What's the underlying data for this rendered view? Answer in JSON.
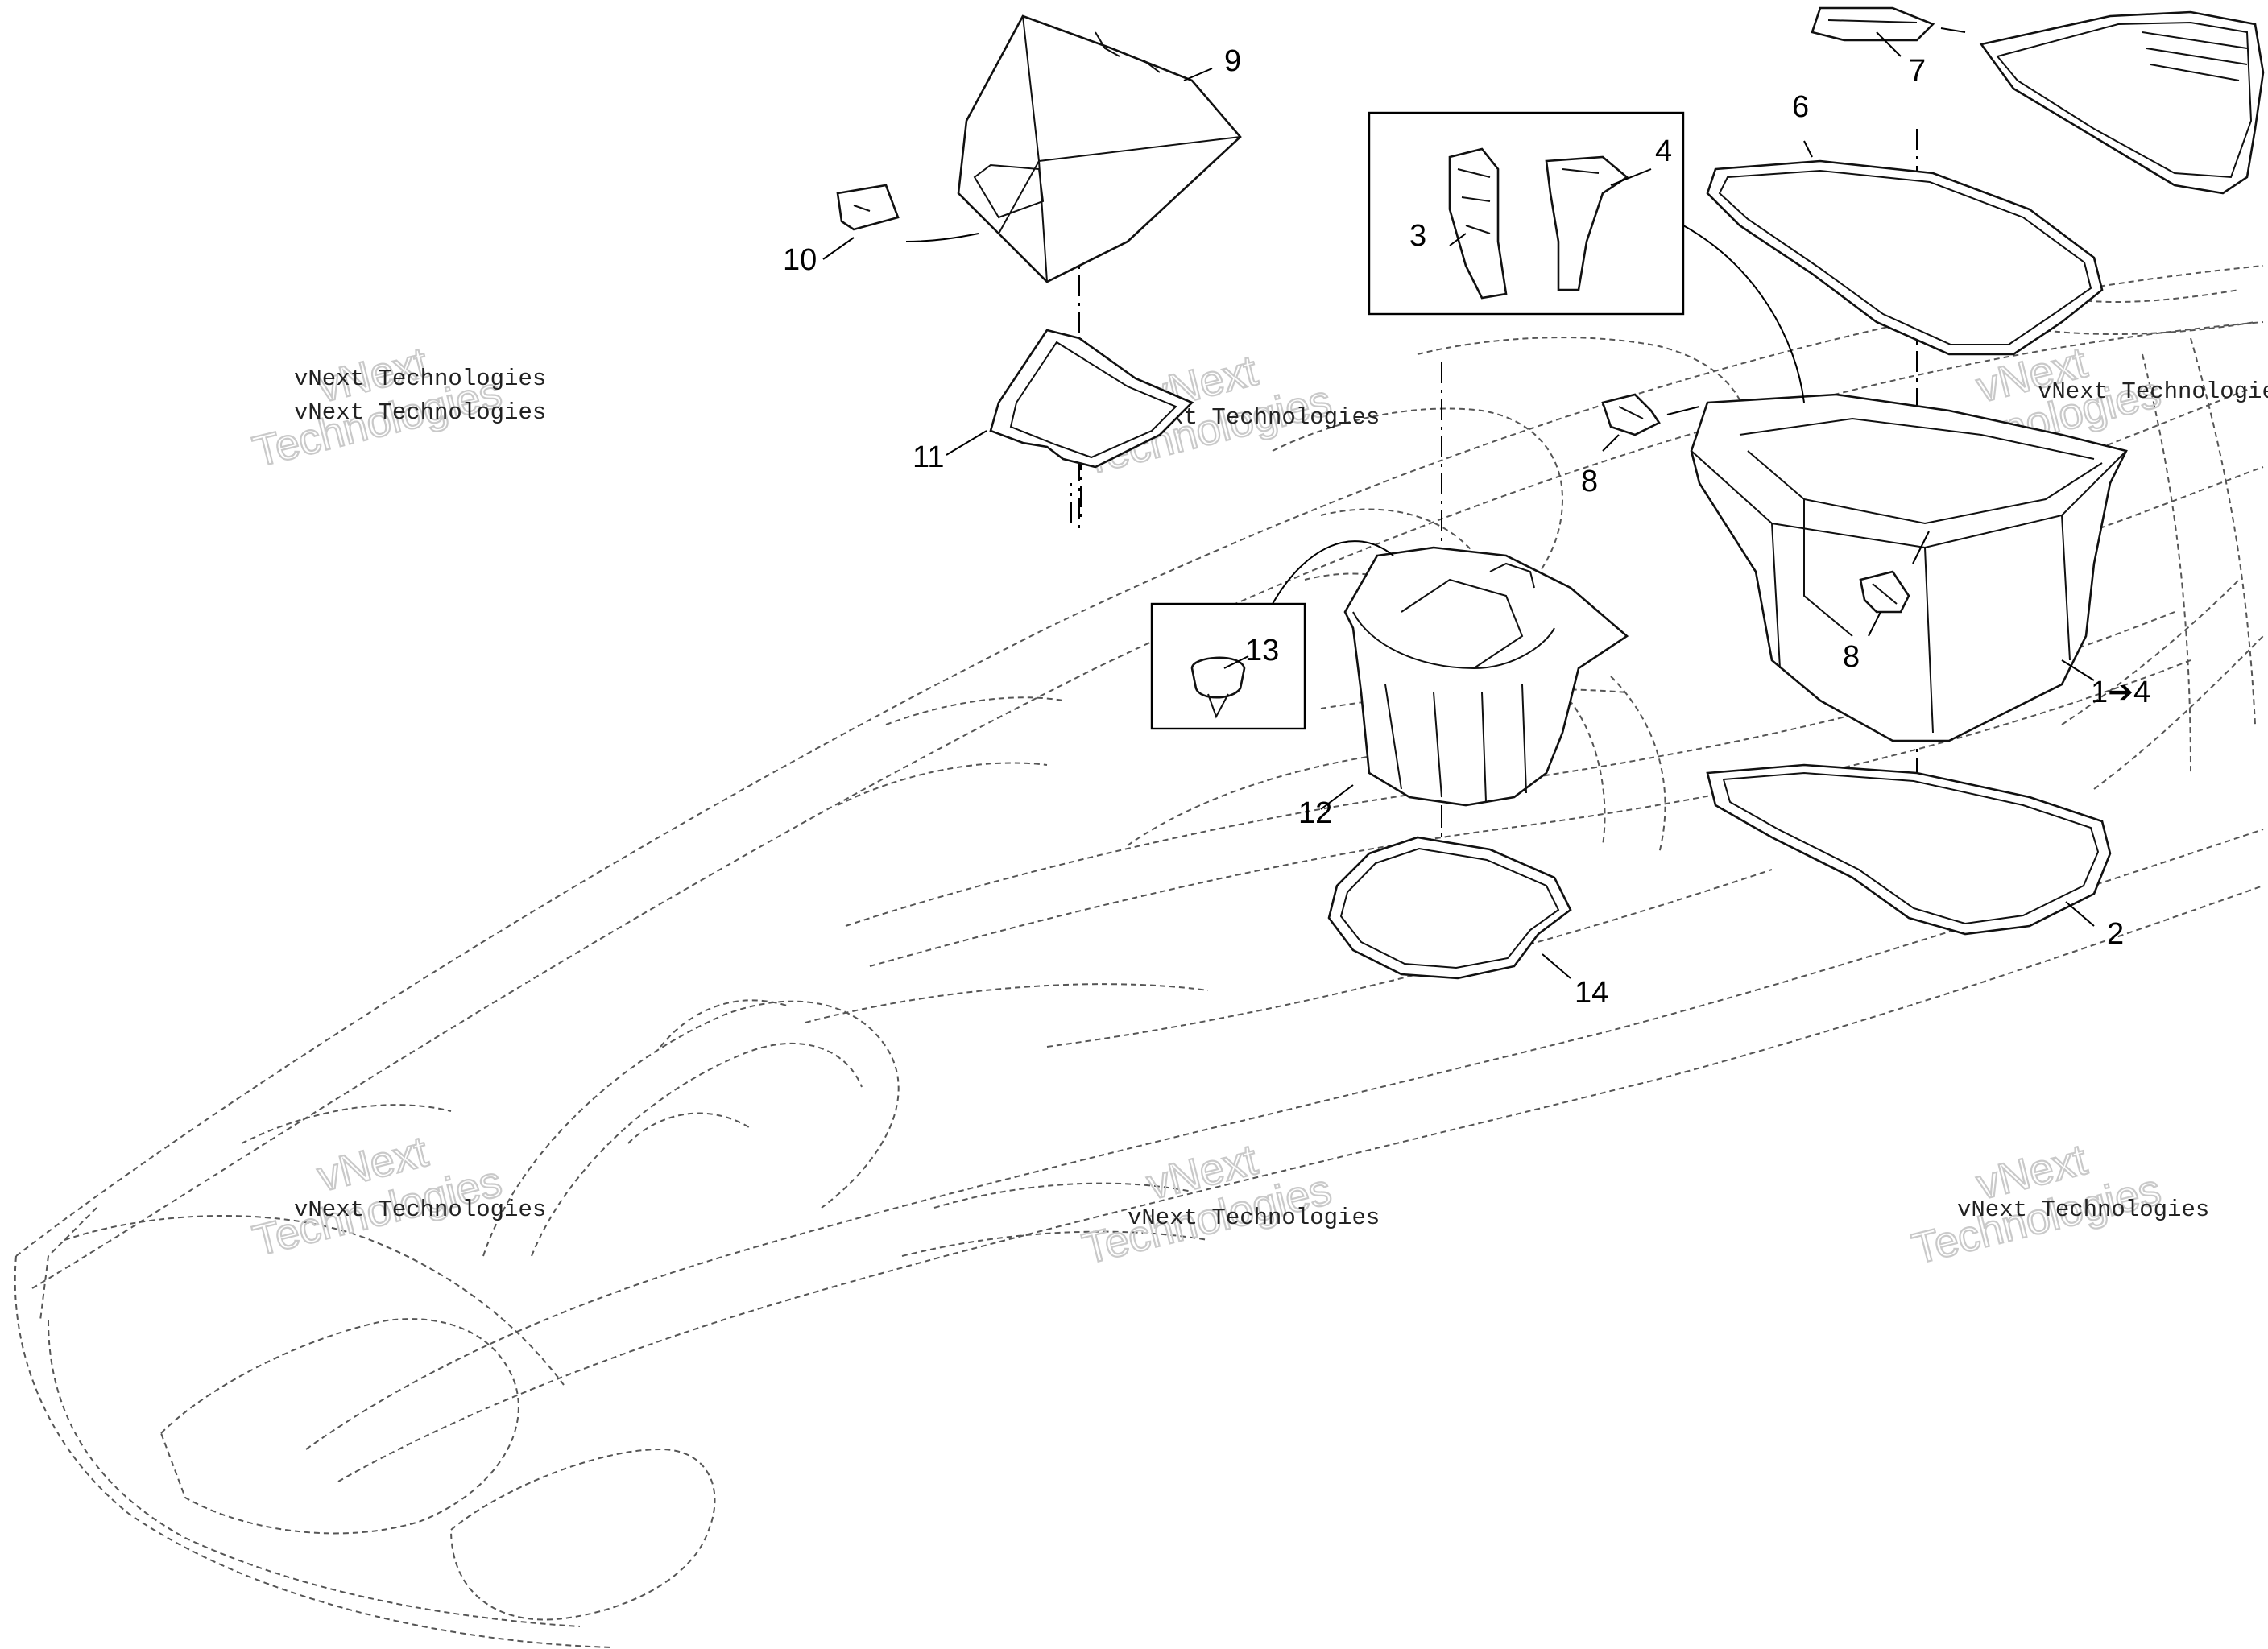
{
  "callouts": {
    "c1_4": "1➔4",
    "c2": "2",
    "c3": "3",
    "c4": "4",
    "c6": "6",
    "c7": "7",
    "c8a": "8",
    "c8b": "8",
    "c9": "9",
    "c10": "10",
    "c11": "11",
    "c12": "12",
    "c13": "13",
    "c14": "14"
  },
  "watermark": {
    "small_text": "vNext Technologies",
    "big_line1": "vNext",
    "big_line2": "Technologies"
  },
  "colors": {
    "line": "#111111",
    "hull": "#555555",
    "watermark": "#c9c9c9"
  }
}
